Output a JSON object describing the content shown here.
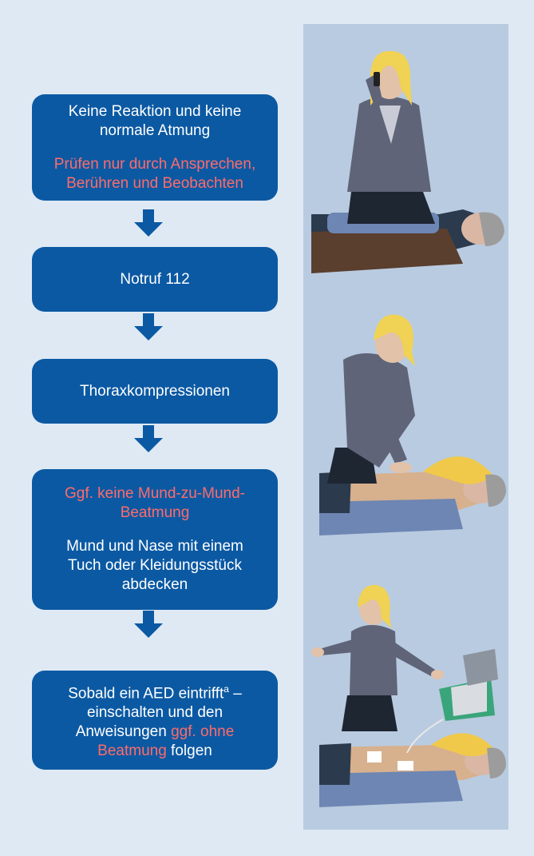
{
  "steps": {
    "step1": {
      "line1": "Keine Reaktion und keine",
      "line2": "normale Atmung",
      "note1": "Prüfen nur durch Ansprechen,",
      "note2": "Berühren und Beobachten"
    },
    "step2": {
      "text": "Notruf 112"
    },
    "step3": {
      "text": "Thoraxkompressionen"
    },
    "step4": {
      "note1": "Ggf. keine Mund-zu-Mund-",
      "note2": "Beatmung",
      "line1": "Mund und Nase mit einem",
      "line2": "Tuch oder Kleidungsstück",
      "line3": "abdecken"
    },
    "step5": {
      "line1": "Sobald ein AED eintrifft",
      "superscript": "a",
      "line1_end": " –",
      "line2": "einschalten und den",
      "line3_a": "Anweisungen ",
      "line3_hl": "ggf. ohne",
      "line4_hl": "Beatmung",
      "line4_b": " folgen"
    }
  },
  "colors": {
    "box": "#0b59a3",
    "highlight": "#ff6b6b",
    "arrow": "#0b59a3",
    "background": "#dfe9f4",
    "panel": "#b9cbe0"
  },
  "icons": [
    "arrow-down-icon",
    "phone-call-illustration",
    "chest-compression-illustration",
    "aed-illustration"
  ]
}
